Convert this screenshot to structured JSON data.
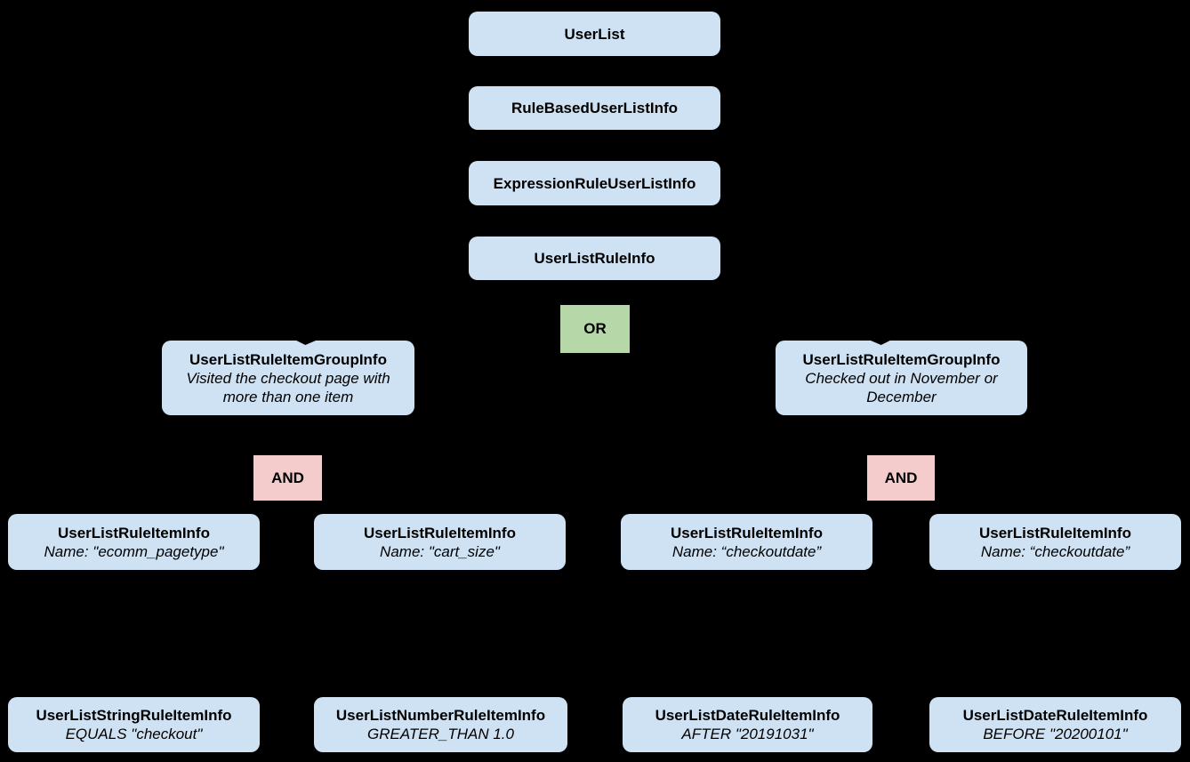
{
  "diagram": {
    "background_color": "#000000",
    "node_color": "#cfe2f3",
    "or_color": "#b6d7a8",
    "and_color": "#f4cccc",
    "text_color": "#000000",
    "chain": [
      {
        "label": "UserList"
      },
      {
        "label": "RuleBasedUserListInfo"
      },
      {
        "label": "ExpressionRuleUserListInfo"
      },
      {
        "label": "UserListRuleInfo"
      }
    ],
    "or_label": "OR",
    "and_label": "AND",
    "groups": [
      {
        "title": "UserListRuleItemGroupInfo",
        "description": "Visited the checkout page with more than one item"
      },
      {
        "title": "UserListRuleItemGroupInfo",
        "description": "Checked out in November or December"
      }
    ],
    "rule_items": [
      {
        "title": "UserListRuleItemInfo",
        "subtitle": "Name: \"ecomm_pagetype\""
      },
      {
        "title": "UserListRuleItemInfo",
        "subtitle": "Name: \"cart_size\""
      },
      {
        "title": "UserListRuleItemInfo",
        "subtitle": "Name: “checkoutdate”"
      },
      {
        "title": "UserListRuleItemInfo",
        "subtitle": "Name: “checkoutdate”"
      }
    ],
    "operand_items": [
      {
        "title": "UserListStringRuleItemInfo",
        "subtitle": "EQUALS \"checkout\""
      },
      {
        "title": "UserListNumberRuleItemInfo",
        "subtitle": "GREATER_THAN 1.0"
      },
      {
        "title": "UserListDateRuleItemInfo",
        "subtitle": "AFTER \"20191031\""
      },
      {
        "title": "UserListDateRuleItemInfo",
        "subtitle": "BEFORE \"20200101\""
      }
    ]
  }
}
